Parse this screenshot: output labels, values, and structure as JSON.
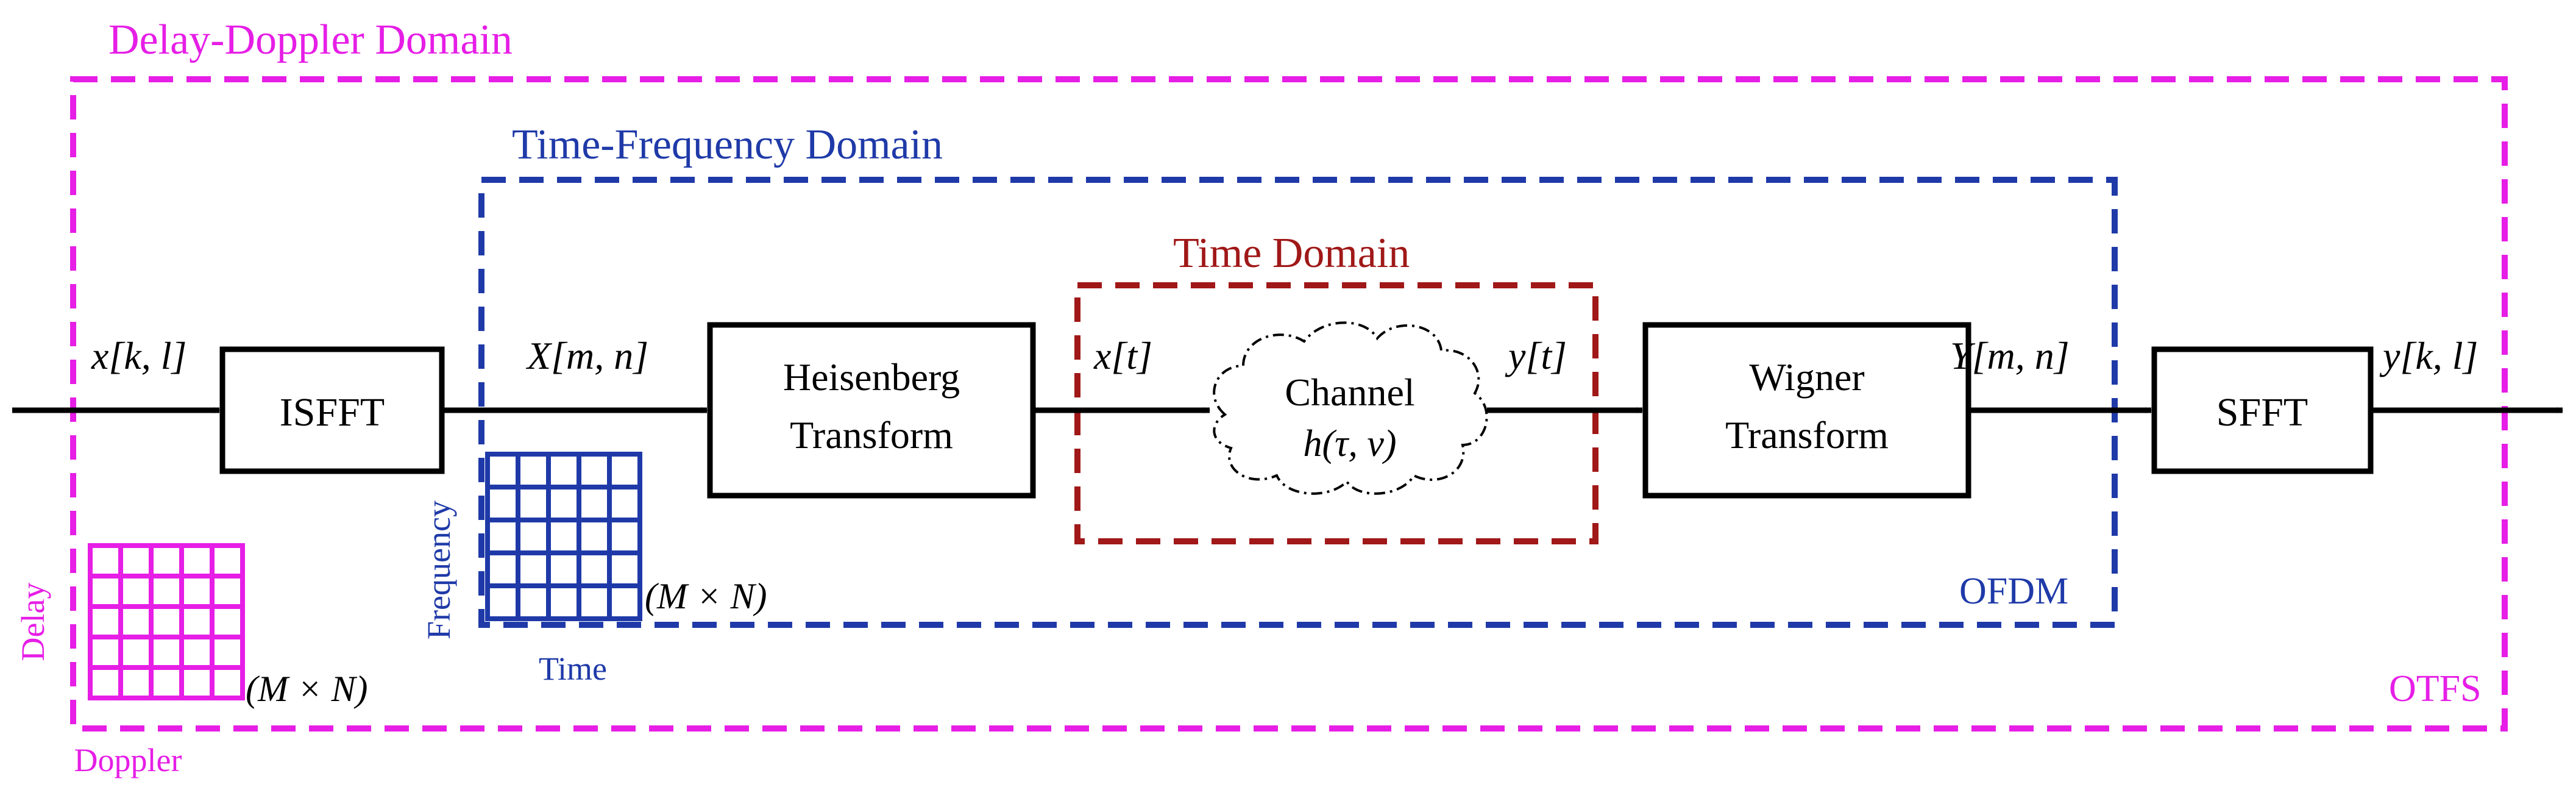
{
  "domains": {
    "delay_doppler": {
      "title": "Delay-Doppler Domain",
      "corner": "OTFS"
    },
    "time_frequency": {
      "title": "Time-Frequency Domain",
      "corner": "OFDM"
    },
    "time": {
      "title": "Time Domain"
    }
  },
  "blocks": {
    "isfft": "ISFFT",
    "heisenberg": {
      "line1": "Heisenberg",
      "line2": "Transform"
    },
    "channel": {
      "line1": "Channel",
      "line2": "h(τ, ν)"
    },
    "wigner": {
      "line1": "Wigner",
      "line2": "Transform"
    },
    "sfft": "SFFT"
  },
  "signals": {
    "x_kl": "x[k, l]",
    "X_mn": "X[m, n]",
    "x_t": "x[t]",
    "y_t": "y[t]",
    "Y_mn": "Y[m, n]",
    "y_kl": "y[k, l]"
  },
  "grids": {
    "dd": {
      "size": "(M × N)",
      "x_axis": "Doppler",
      "y_axis": "Delay"
    },
    "tf": {
      "size": "(M × N)",
      "x_axis": "Time",
      "y_axis": "Frequency"
    }
  },
  "colors": {
    "delay_doppler": "#e61ee6",
    "time_frequency": "#1f3aa8",
    "time": "#a01818",
    "block": "#000000"
  }
}
